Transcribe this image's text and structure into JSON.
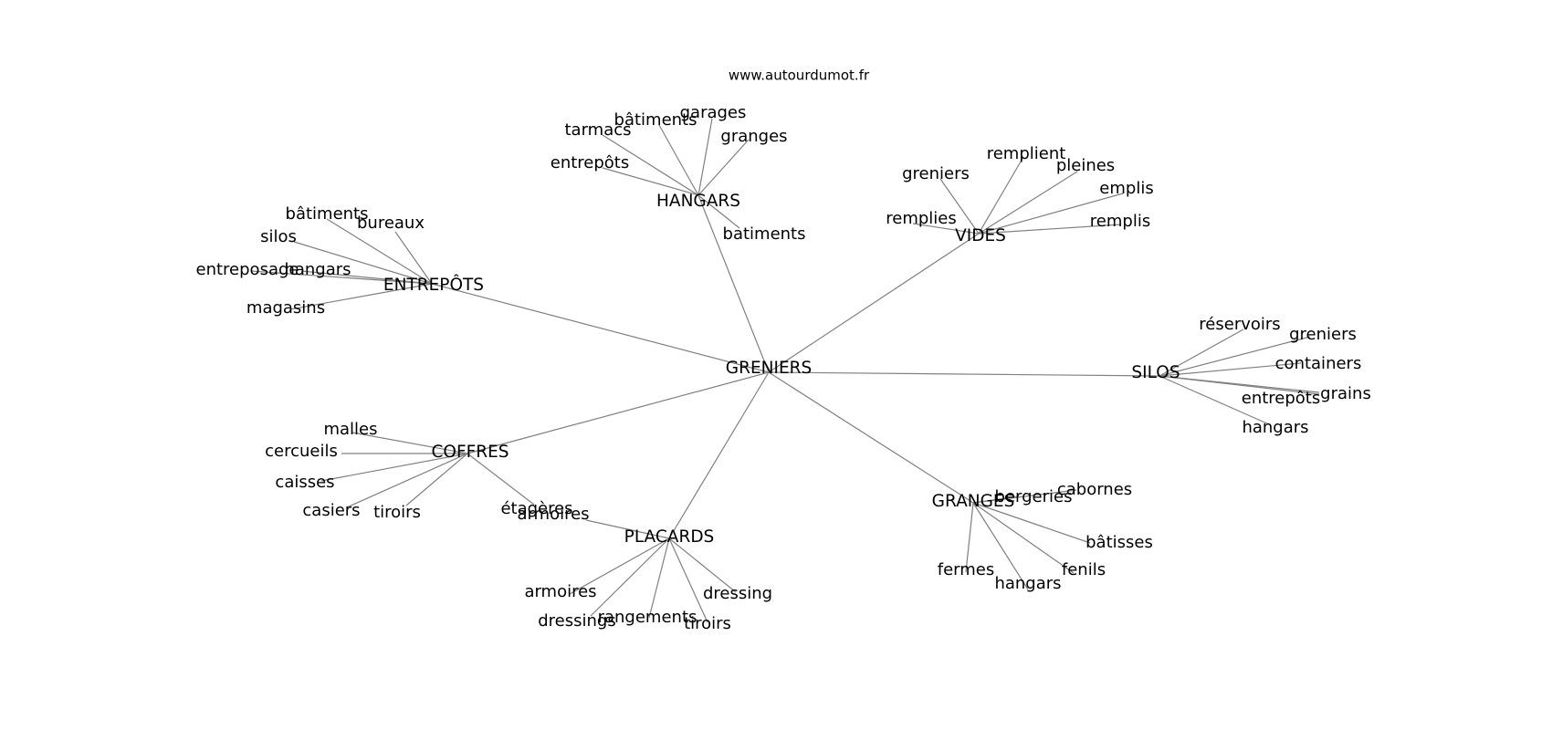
{
  "source": "www.autourdumot.fr",
  "center": "GRENIERS",
  "clusters": [
    {
      "hub": "HANGARS",
      "leaves": [
        "tarmacs",
        "bâtiments",
        "garages",
        "granges",
        "entrepôts",
        "batiments"
      ]
    },
    {
      "hub": "VIDES",
      "leaves": [
        "greniers",
        "remplient",
        "pleines",
        "emplis",
        "remplies",
        "remplis"
      ]
    },
    {
      "hub": "ENTREPÔTS",
      "leaves": [
        "bâtiments",
        "bureaux",
        "silos",
        "entreposage",
        "hangars",
        "magasins"
      ]
    },
    {
      "hub": "SILOS",
      "leaves": [
        "réservoirs",
        "greniers",
        "containers",
        "grains",
        "entrepôts",
        "hangars"
      ]
    },
    {
      "hub": "COFFRES",
      "leaves": [
        "malles",
        "cercueils",
        "caisses",
        "casiers",
        "tiroirs",
        "étagères"
      ]
    },
    {
      "hub": "PLACARDS",
      "leaves": [
        "armoires",
        "armoires",
        "dressings",
        "rangements",
        "tiroirs",
        "dressing"
      ]
    },
    {
      "hub": "GRANGES",
      "leaves": [
        "bergeries",
        "cabornes",
        "bâtisses",
        "fenils",
        "hangars",
        "fermes"
      ]
    }
  ]
}
